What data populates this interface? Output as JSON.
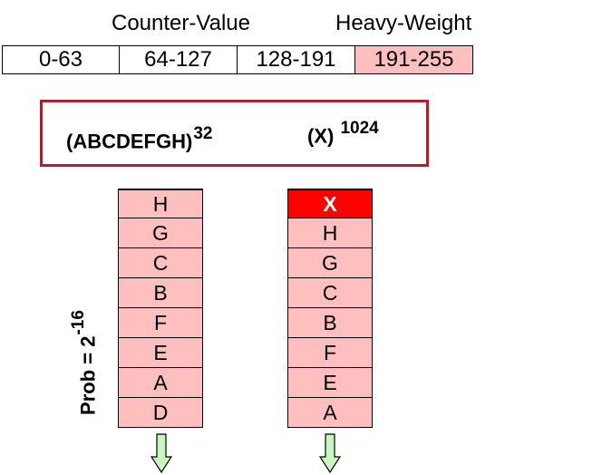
{
  "header": {
    "counter_label": "Counter-Value",
    "heavy_label": "Heavy-Weight"
  },
  "ranges": [
    "0-63",
    "64-127",
    "128-191",
    "191-255"
  ],
  "highlight_color": "#ffbfbf",
  "border_color": "#b0202a",
  "pattern": {
    "left_base": "(ABCDEFGH)",
    "left_exp": "32",
    "right_base": "(X)",
    "right_exp": "1024"
  },
  "probability": {
    "label": "Prob = 2",
    "exponent": "-16"
  },
  "left_stack": [
    "H",
    "G",
    "C",
    "B",
    "F",
    "E",
    "A",
    "D"
  ],
  "right_stack": [
    "X",
    "H",
    "G",
    "C",
    "B",
    "F",
    "E",
    "A"
  ],
  "hot_color": "#ff0000",
  "arrow_color": "#c8f5c0"
}
